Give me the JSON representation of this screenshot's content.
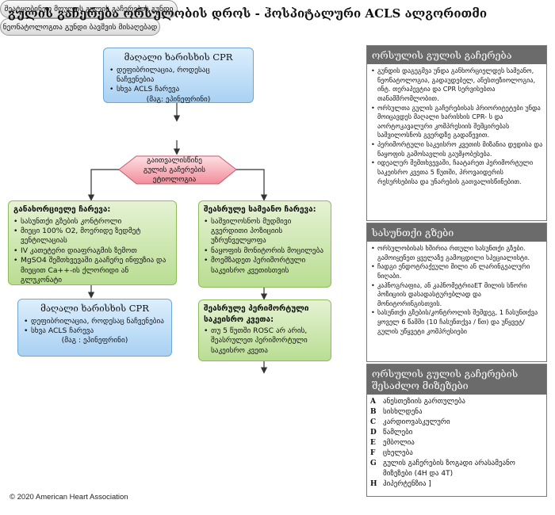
{
  "title": "გულის გაჩერება ორსულობის დროს -  ჰოსპიტალური ACLS ალგორითმი",
  "flow": {
    "cpr_top": {
      "title": "მაღალი ხარისხის CPR",
      "items": [
        "დეფიბრილაცია, როდესაც ნაჩვენებია",
        "სხვა ACLS ჩარევა"
      ],
      "sub": "(მაგ: ეპინეფრინი)"
    },
    "team": "შეატყობინეთ მოულის გულის გაჩერების გუნდი",
    "decision": "გაითვალისწინე\nგულის გაჩერების\nეტიოლოგია",
    "mother": {
      "title": "განახორციელე ჩარევა:",
      "items": [
        "სასუნთქი გზების კონტროლი",
        "მიეცი 100% O2, მოერიდე ზედმეტ ვენტილაციას",
        "IV კათეტერი დიაფრაგმის ზემოთ",
        "MgSO4 შემთხვევაში გააჩერე ინფუზია და მიეცით Ca++-ის ქლორიდი ან გლუკონატი"
      ]
    },
    "cpr_bottom": {
      "title": "მაღალი ხარისხის  CPR",
      "items": [
        "დეფიბრილაცია, როდესაც ნაჩვენებია",
        "სხვა  ACLS ჩარევა"
      ],
      "sub": "(მაგ : ეპინეფრინი)"
    },
    "obstetric": {
      "title": "შეასრულე სამეანო ჩარევა:",
      "items": [
        "საშვილოსნოს მუდმივი გვერდითი პოზიციის უზრუნველყოფა",
        "ნაყოფის მონიტორის მოცილება",
        "მოემზადეთ პერიმორტული საკეისრო კვეთისთვის"
      ]
    },
    "perimortem": {
      "title": "შეასრულე პერიმორტული საკეისრო კვეთა:",
      "items": [
        "თუ 5 წუთში ROSC არ არის, შეასრულეთ პერიმორტული საკეისრო კვეთა"
      ]
    },
    "neonatal": "ნეონატოლოგთა გუნდი ბავშვის მისაღებად"
  },
  "panels": {
    "arrest": {
      "title": "ორსულის გულის გაჩერება",
      "items": [
        "გუნდის დაგეგმვა უნდა განხორციელდეს სამეანო, ნეონატოლოგია, გადაუდებელ, ანესთეზიოლოგია, ინტ. თერაპევტია და CPR სერვისებთა თანამშრომლობით.",
        "ორსულთა გულის გაჩერებისას პრიორიტეტები უნდა მოიცავდეს მაღალი ხარისხის CPR- ს და აორტოკავალური კომპრესიის შემცირებას საშვილოსნოს გვერდზე გადაწევით.",
        "პერიმორტული საკეისრო კვეთის მიზანია დედისა და ნაყოფის გამოსავლის გაუმჯობესება.",
        "იდეალურ შემთხვევაში, ჩაატარეთ პერიმორტული საკეისრო კვეთა  5 წუთში, პროვაიდერის რესურსებისა და უნარების გათვალისწინებით."
      ]
    },
    "airway": {
      "title": "სასუნთქი გზები",
      "items": [
        "ორსულობისას ხშირია რთული სასუნთქი გზები. გამოიყენეთ ყველაზე გამოცდილი სპეციალისტი.",
        "ჩადგი ენდოტრაქეული მილი ან ლარინგეალური ნიღაბი.",
        "კაპნოგრაფია, ან კაპნომეტრიაET მილის სწორი პოზიციის დასადასტურებლად და მონიტორინგისთვის.",
        "სასუნთქი გზების/კონტროლის შემდეგ, 1 ჩასუნთქვა ყოველ 6 წამში (10 ჩასუნთქვა / წთ) და უწყვეტ/გულის უწყვეტი კომპრესიები"
      ]
    },
    "causes": {
      "title": "ორსულის გულის გაჩერების შესაძლო მიზეზები",
      "items": [
        {
          "letter": "A",
          "text": "ანესთეზიის გართულება"
        },
        {
          "letter": "B",
          "text": "სისხლდენა"
        },
        {
          "letter": "C",
          "text": "კარდიოვასკულური"
        },
        {
          "letter": "D",
          "text": "წამლები"
        },
        {
          "letter": "E",
          "text": "ემბოლია"
        },
        {
          "letter": "F",
          "text": "ცხელება"
        },
        {
          "letter": "G",
          "text": "გულის გაჩერების ზოგადი არასამეანო მიზეზები (4H და 4T)"
        },
        {
          "letter": "H",
          "text": "ჰიპერტენზია ]"
        }
      ]
    }
  },
  "copyright": "© 2020 American Heart Association",
  "colors": {
    "blue_fill": "#a9d1f3",
    "green_fill": "#b9dd92",
    "decision_fill": "#f7a9b3",
    "panel_header": "#6b6b6b",
    "arrow": "#333333"
  }
}
